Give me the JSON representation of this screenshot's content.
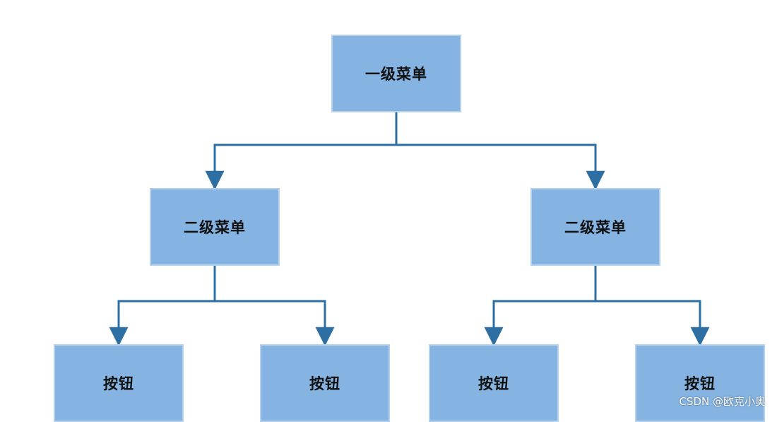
{
  "diagram": {
    "nodes": {
      "root": {
        "label": "一级菜单"
      },
      "level2_left": {
        "label": "二级菜单"
      },
      "level2_right": {
        "label": "二级菜单"
      },
      "button_1": {
        "label": "按钮"
      },
      "button_2": {
        "label": "按钮"
      },
      "button_3": {
        "label": "按钮"
      },
      "button_4": {
        "label": "按钮"
      }
    },
    "edges": [
      {
        "from": "root",
        "to": "level2_left"
      },
      {
        "from": "root",
        "to": "level2_right"
      },
      {
        "from": "level2_left",
        "to": "button_1"
      },
      {
        "from": "level2_left",
        "to": "button_2"
      },
      {
        "from": "level2_right",
        "to": "button_3"
      },
      {
        "from": "level2_right",
        "to": "button_4"
      }
    ],
    "colors": {
      "node_fill": "#85b4e3",
      "node_border": "#b5d1ee",
      "connector": "#2e6fa3"
    }
  },
  "watermark": {
    "text": "CSDN @欧克小奥"
  }
}
